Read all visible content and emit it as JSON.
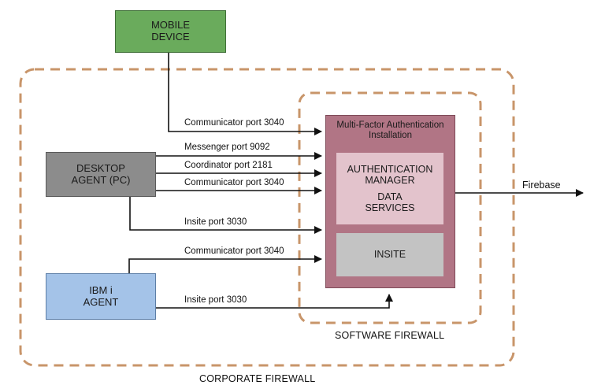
{
  "nodes": {
    "mobile_device": {
      "line1": "MOBILE",
      "line2": "DEVICE"
    },
    "desktop_agent": {
      "line1": "DESKTOP",
      "line2": "AGENT (PC)"
    },
    "ibmi_agent": {
      "line1": "IBM i",
      "line2": "AGENT"
    },
    "mfa_installation": {
      "line1": "Multi-Factor Authentication",
      "line2": "Installation"
    },
    "auth_manager": {
      "line1": "AUTHENTICATION",
      "line2": "MANAGER",
      "line3": "DATA",
      "line4": "SERVICES"
    },
    "insite": {
      "label": "INSITE"
    }
  },
  "connections": {
    "mobile_communicator": "Communicator port 3040",
    "desktop_messenger": "Messenger port 9092",
    "desktop_coordinator": "Coordinator port 2181",
    "desktop_communicator": "Communicator port 3040",
    "desktop_insite": "Insite port 3030",
    "ibmi_communicator": "Communicator port 3040",
    "ibmi_insite": "Insite port 3030",
    "firebase": "Firebase"
  },
  "boundaries": {
    "software_firewall": "SOFTWARE FIREWALL",
    "corporate_firewall": "CORPORATE FIREWALL"
  },
  "colors": {
    "firewall_dash": "#c8956a",
    "mobile_fill": "#6aab5c",
    "desktop_fill": "#8c8c8c",
    "ibmi_fill": "#a4c3e8",
    "mfa_fill": "#b17585",
    "auth_fill": "#e3c3cc",
    "insite_fill": "#c3c3c3"
  }
}
